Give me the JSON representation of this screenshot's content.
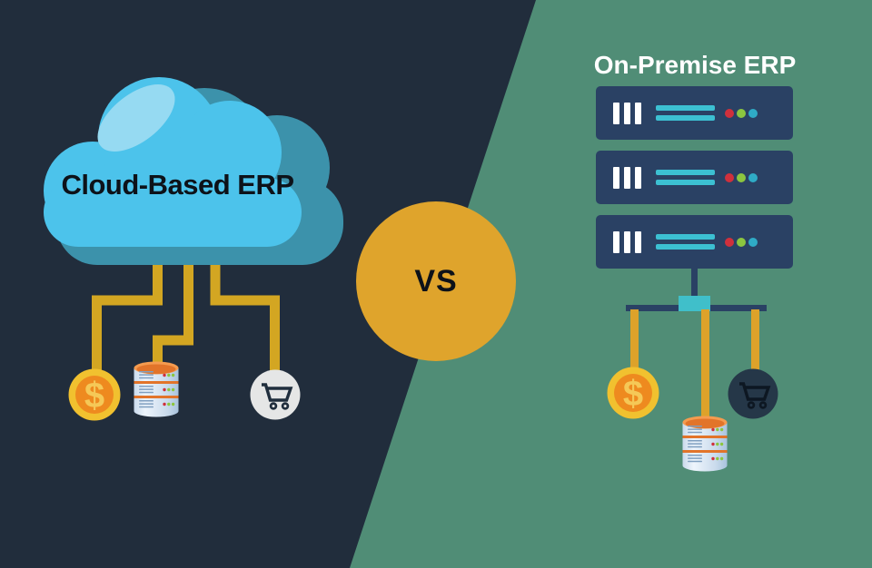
{
  "left_panel": {
    "label": "Cloud-Based ERP",
    "currency_symbol": "$",
    "icon_names": [
      "cloud-icon",
      "dollar-coin-icon",
      "database-icon",
      "shopping-cart-icon"
    ]
  },
  "divider": {
    "vs_label": "VS"
  },
  "right_panel": {
    "title": "On-Premise ERP",
    "server_count": 3,
    "currency_symbol": "$",
    "icon_names": [
      "server-rack-icon",
      "dollar-coin-icon",
      "database-icon",
      "shopping-cart-icon"
    ]
  },
  "colors": {
    "bg-dark": "#212d3c",
    "bg-green": "#508d76",
    "vs-gold": "#dfa42c",
    "ink-dark": "#0d1219",
    "title-white": "#ffffff",
    "line-gold": "#d3a622",
    "line-orange": "#dda22a",
    "cloud-front": "#4cc3eb",
    "cloud-back": "#3c92ab",
    "cloud-highlight": "#96daf2",
    "server-navy": "#2a4164",
    "server-bar-white": "#ffffff",
    "server-line-teal": "#3cc0d2",
    "dot-red": "#d0303c",
    "dot-green": "#8cc63f",
    "dot-teal": "#2fabc6",
    "conn-navy": "#2a4164",
    "junction-teal": "#40bfca",
    "coin-ring": "#f1c12f",
    "coin-inner": "#ee8a1f",
    "coin-symbol": "#f5c857",
    "db-orange": "#e2742a",
    "db-orange-rim": "#f59b4f",
    "cart-bg-left": "#e5e6e6",
    "cart-glyph-left": "#202e3d",
    "cart-bg-right": "#253748",
    "cart-glyph-right": "#0d1722"
  }
}
